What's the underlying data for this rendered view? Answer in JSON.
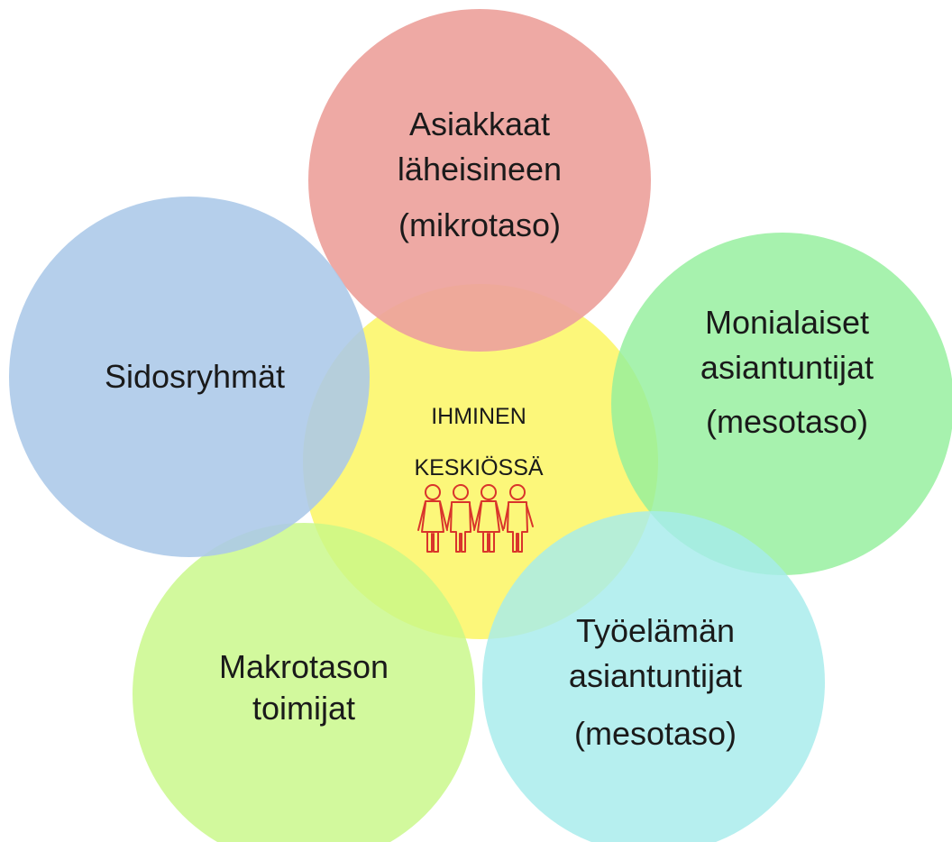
{
  "center": {
    "line1": "IHMINEN",
    "line2": "KESKIÖSSÄ",
    "icon": "people-holding-hands-icon",
    "fill": "#fcf77a",
    "icon_color": "#d9342b"
  },
  "circles": {
    "top": {
      "line1": "Asiakkaat",
      "line2": "läheisineen",
      "line3": "(mikrotaso)",
      "fill": "#eda29c"
    },
    "right": {
      "line1": "Monialaiset",
      "line2": "asiantuntijat",
      "line3": "(mesotaso)",
      "fill": "#94ef9c"
    },
    "bottom_right": {
      "line1": "Työelämän",
      "line2": "asiantuntijat",
      "line3": "(mesotaso)",
      "fill": "#a6ecec"
    },
    "bottom_left": {
      "line1": "Makrotason",
      "line2": "toimijat",
      "fill": "#c8f888"
    },
    "left": {
      "line1": "Sidosryhmät",
      "fill": "#abc8e8"
    }
  }
}
